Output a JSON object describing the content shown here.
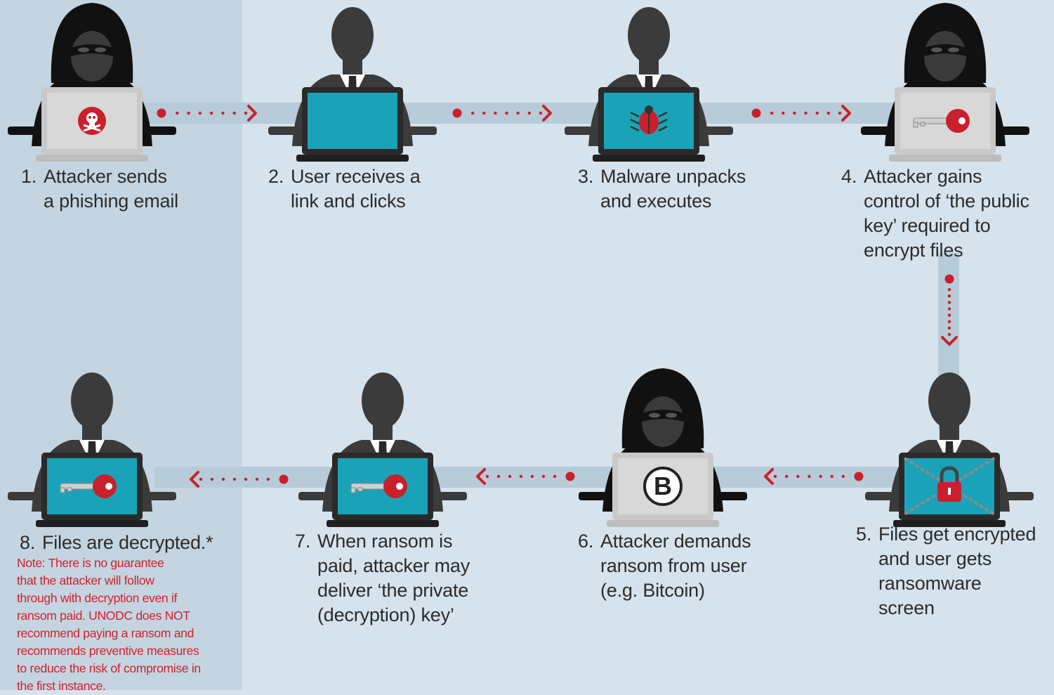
{
  "colors": {
    "background": "#d7e3ec",
    "left_panel": "#c4d5e1",
    "connector_band": "#b8cbd8",
    "person_dark": "#3b3b3b",
    "hacker_black": "#111111",
    "screen_teal": "#1aa3b8",
    "laptop_gray": "#d8d8d8",
    "accent_red": "#c8202c",
    "note_red": "#d0202a"
  },
  "steps": [
    {
      "number": "1.",
      "lines": [
        "Attacker sends",
        "a phishing email"
      ],
      "figure": "hacker",
      "screen_icon": "skull-icon"
    },
    {
      "number": "2.",
      "lines": [
        "User receives a",
        "link and clicks"
      ],
      "figure": "user",
      "screen_icon": "blank-screen"
    },
    {
      "number": "3.",
      "lines": [
        "Malware unpacks",
        "and executes"
      ],
      "figure": "user",
      "screen_icon": "bug-icon"
    },
    {
      "number": "4.",
      "lines": [
        "Attacker gains",
        "control of ‘the public",
        "key’ required to",
        "encrypt files"
      ],
      "figure": "hacker",
      "screen_icon": "key-icon"
    },
    {
      "number": "5.",
      "lines": [
        "Files get encrypted",
        "and user gets",
        "ransomware",
        "screen"
      ],
      "figure": "user",
      "screen_icon": "padlock-chains-icon"
    },
    {
      "number": "6.",
      "lines": [
        "Attacker demands",
        "ransom from user",
        "(e.g. Bitcoin)"
      ],
      "figure": "hacker",
      "screen_icon": "bitcoin-icon"
    },
    {
      "number": "7.",
      "lines": [
        "When ransom is",
        "paid, attacker may",
        "deliver ‘the private",
        "(decryption) key’"
      ],
      "figure": "user",
      "screen_icon": "key-icon"
    },
    {
      "number": "8.",
      "lines": [
        "Files are decrypted.*"
      ],
      "figure": "user",
      "screen_icon": "key-icon"
    }
  ],
  "note": {
    "lines": [
      "Note: There is no guarantee",
      "that the attacker will follow",
      "through with decryption even if",
      "ransom paid. UNODC does NOT",
      "recommend paying a ransom and",
      "recommends preventive measures",
      "to reduce the risk of compromise in",
      "the first instance."
    ]
  },
  "bitcoin_symbol": "B"
}
